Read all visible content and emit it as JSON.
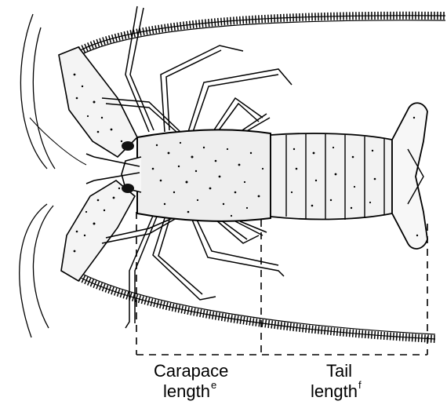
{
  "labels": {
    "carapace_line1": "Carapace",
    "carapace_line2": "length",
    "carapace_sup": "e",
    "tail_line1": "Tail",
    "tail_line2": "length",
    "tail_sup": "f"
  }
}
